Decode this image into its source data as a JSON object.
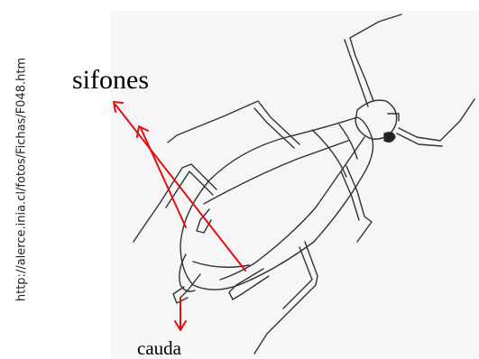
{
  "source_url": "http://alerce.inia.cl/fotos/Fichas/F048.htm",
  "labels": {
    "sifones": "sifones",
    "cauda": "cauda"
  },
  "colors": {
    "arrow": "#e01010",
    "sketch": "#333333",
    "background": "#ffffff"
  }
}
